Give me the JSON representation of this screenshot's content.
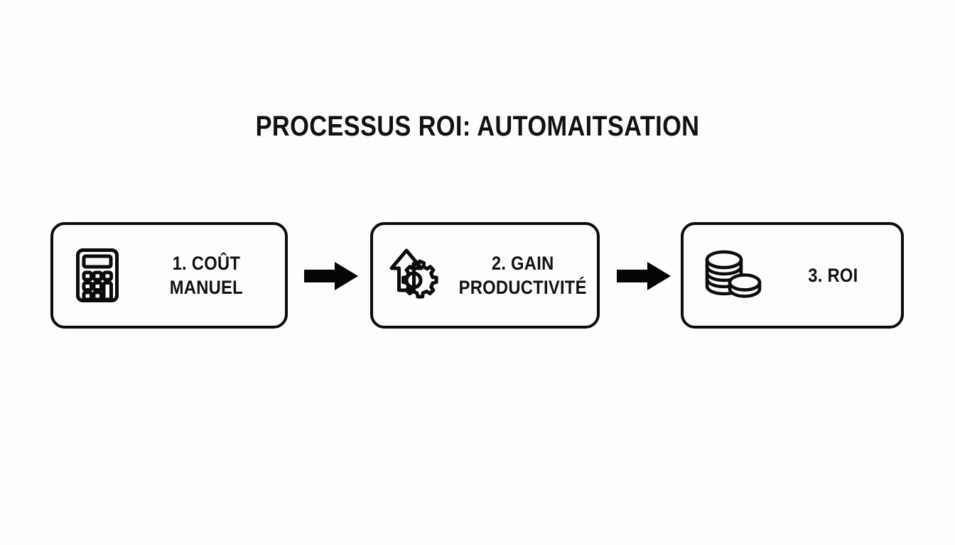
{
  "page": {
    "title": "PROCESSUS ROI: AUTOMAITSATION",
    "background_color": "#fdfdfc",
    "ink_color": "#0b0b0b"
  },
  "diagram": {
    "type": "linear-process-flow",
    "orientation": "horizontal",
    "steps": [
      {
        "id": "step-1",
        "number": "1.",
        "line1": "1. COÛT",
        "line2": "MANUEL",
        "full_label": "1. COÛT MANUEL",
        "icon": "calculator-icon"
      },
      {
        "id": "step-2",
        "number": "2.",
        "line1": "2. GAIN",
        "line2": "PRODUCTIVITÉ",
        "full_label": "2. GAIN PRODUCTIVITÉ",
        "icon": "arrow-up-gear-icon"
      },
      {
        "id": "step-3",
        "number": "3.",
        "line1": "3. ROI",
        "line2": "",
        "full_label": "3. ROI",
        "icon": "coin-stack-icon"
      }
    ],
    "connectors": [
      {
        "id": "connector-1",
        "from": "step-1",
        "to": "step-2",
        "icon": "arrow-right-icon"
      },
      {
        "id": "connector-2",
        "from": "step-2",
        "to": "step-3",
        "icon": "arrow-right-icon"
      }
    ]
  }
}
